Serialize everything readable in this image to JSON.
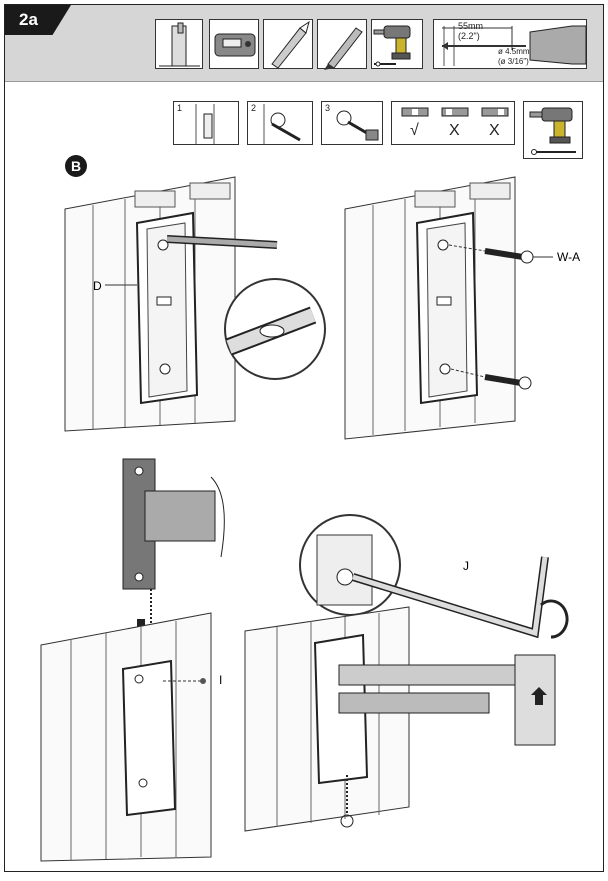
{
  "step": {
    "label": "2a"
  },
  "drill_spec": {
    "length_mm": "55mm",
    "length_in": "(2.2\")",
    "bit_mm": "ø 4.5mm",
    "bit_in": "(ø 3/16\")"
  },
  "steps": {
    "s1": "1",
    "s2": "2",
    "s3": "3"
  },
  "level_marks": {
    "ok": "√",
    "no1": "X",
    "no2": "X"
  },
  "section": {
    "b": "B"
  },
  "labels": {
    "d": "D",
    "wa": "W-A",
    "i": "I",
    "j": "J"
  }
}
